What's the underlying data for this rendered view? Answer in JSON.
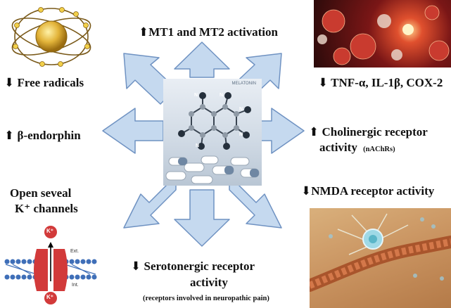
{
  "labels": {
    "mt": "⬆MT1 and MT2 activation",
    "free_radicals": "⬇  Free radicals",
    "tnf": "⬇  TNF-α, IL-1β, COX-2",
    "endorphin": "⬆  β-endorphin",
    "cholinergic_line1": "⬆  Cholinergic receptor",
    "cholinergic_line2": "activity",
    "cholinergic_note": "(nAChRs)",
    "k_channels_line1": "Open seveal",
    "k_channels_line2": "K⁺ channels",
    "nmda": "⬇NMDA receptor activity",
    "serotonergic_line1": "⬇   Serotonergic receptor",
    "serotonergic_line2": "activity",
    "serotonergic_note": "(receptors involved in neuropathic pain)"
  },
  "center_image": {
    "caption": "MELATONIN",
    "atom_labels": [
      "N",
      "N",
      "N",
      "N",
      "N"
    ]
  },
  "channel_diagram": {
    "ion_top": "K⁺",
    "ion_bottom": "K⁺",
    "ext_label": "Ext.",
    "int_label": "Int."
  },
  "colors": {
    "arrow_fill": "#c5d9ef",
    "arrow_stroke": "#6f92c2",
    "channel_red": "#d23a3a",
    "membrane_blue": "#3f6fb8"
  }
}
